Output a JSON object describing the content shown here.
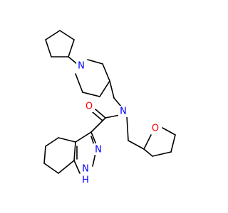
{
  "molecule": {
    "atom_labels": {
      "n_piperidine": "N",
      "n_amide": "N",
      "o_carbonyl": "O",
      "o_thf": "O",
      "n_pyrazole": "N",
      "nh_pyrazole": "N",
      "h_pyrazole": "H"
    },
    "colors": {
      "bond": "#000000",
      "nitrogen": "#0000ff",
      "oxygen": "#ff0000",
      "background": "#ffffff"
    }
  }
}
